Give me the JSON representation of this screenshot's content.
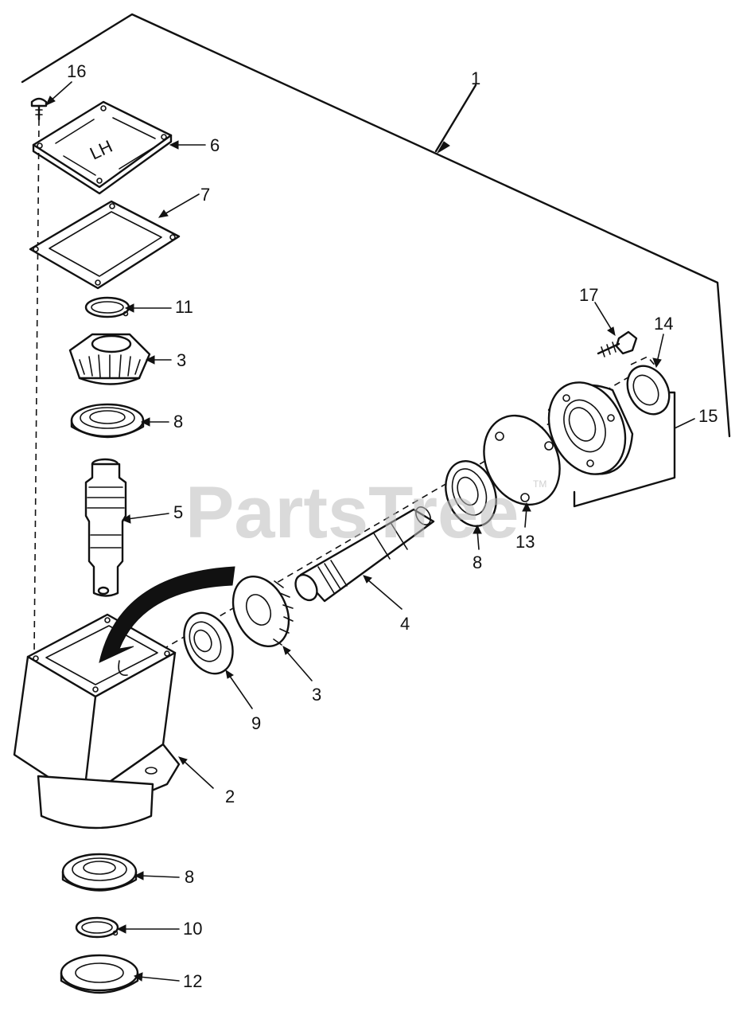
{
  "watermark": {
    "brand": "PartsTree",
    "trademark": "TM"
  },
  "callouts": [
    "1",
    "2",
    "3",
    "3",
    "4",
    "5",
    "6",
    "7",
    "8",
    "8",
    "8",
    "9",
    "10",
    "11",
    "12",
    "13",
    "14",
    "15",
    "16",
    "17"
  ],
  "parts": [
    {
      "key": "gearbox-assembly",
      "callout": "1"
    },
    {
      "key": "gear-housing",
      "callout": "2"
    },
    {
      "key": "bevel-gear-upper",
      "callout": "3"
    },
    {
      "key": "bevel-gear-lower",
      "callout": "3"
    },
    {
      "key": "input-shaft",
      "callout": "4"
    },
    {
      "key": "output-shaft",
      "callout": "5"
    },
    {
      "key": "cover-plate",
      "callout": "6"
    },
    {
      "key": "cover-gasket",
      "callout": "7"
    },
    {
      "key": "bearing-upper",
      "callout": "8"
    },
    {
      "key": "bearing-shaft",
      "callout": "8"
    },
    {
      "key": "bearing-lower",
      "callout": "8"
    },
    {
      "key": "bearing-inner",
      "callout": "9"
    },
    {
      "key": "retaining-ring-lower",
      "callout": "10"
    },
    {
      "key": "retaining-ring-upper",
      "callout": "11"
    },
    {
      "key": "oil-seal-lower",
      "callout": "12"
    },
    {
      "key": "flange-gasket",
      "callout": "13"
    },
    {
      "key": "cover-screw",
      "callout": "14"
    },
    {
      "key": "bearing-retainer-kit",
      "callout": "15"
    },
    {
      "key": "oil-seal-retainer",
      "callout": "16"
    },
    {
      "key": "retainer-bolt",
      "callout": "17"
    }
  ],
  "cover_plate_text": "LH"
}
